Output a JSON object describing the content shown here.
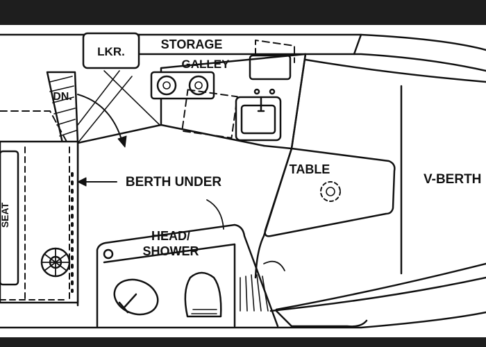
{
  "labels": {
    "locker": "LKR.",
    "storage": "STORAGE",
    "galley": "GALLEY",
    "down": "DN.",
    "berth_under": "BERTH UNDER",
    "table": "TABLE",
    "v_berth": "V-BERTH",
    "head_line1": "HEAD/",
    "head_line2": "SHOWER",
    "seat": "SEAT"
  },
  "colors": {
    "background": "#1e1e1e",
    "paper": "#ffffff",
    "ink": "#111111"
  }
}
